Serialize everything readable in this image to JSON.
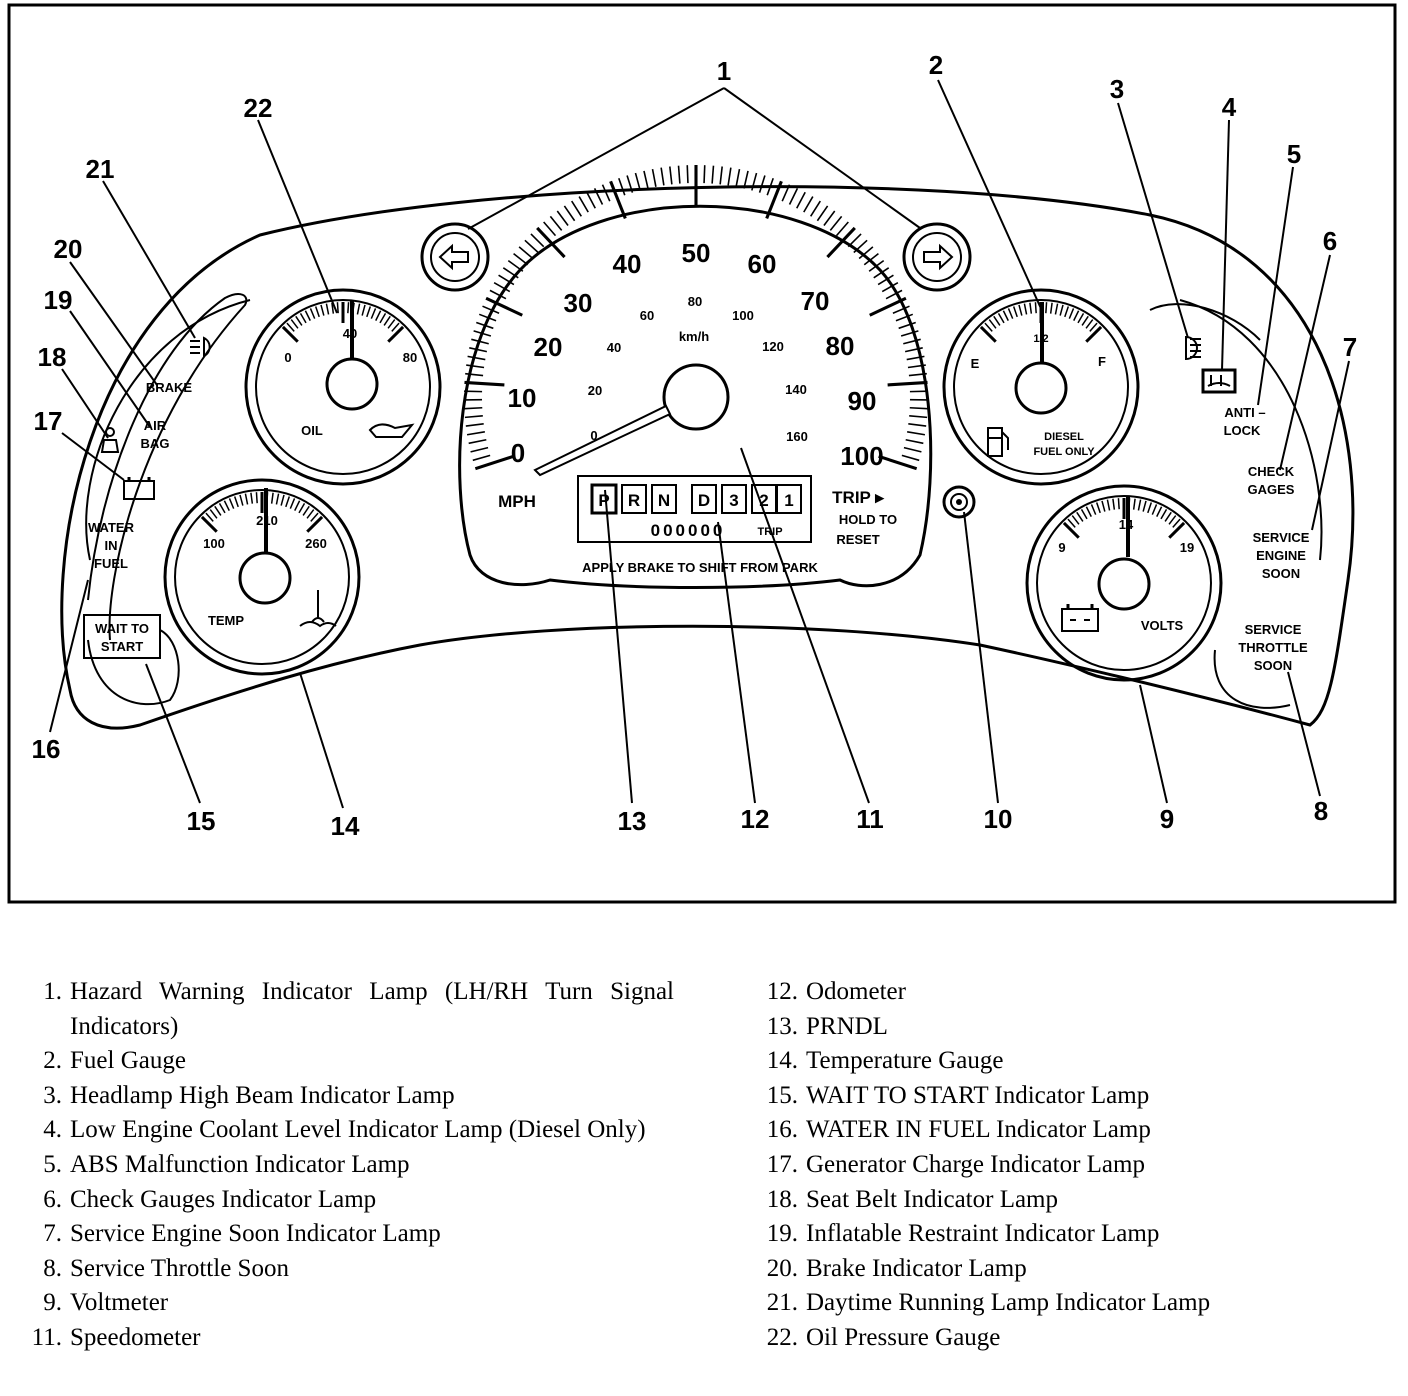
{
  "callouts": [
    "1",
    "2",
    "3",
    "4",
    "5",
    "6",
    "7",
    "8",
    "9",
    "10",
    "11",
    "12",
    "13",
    "14",
    "15",
    "16",
    "17",
    "18",
    "19",
    "20",
    "21",
    "22"
  ],
  "speedometer": {
    "mph_labels": [
      "0",
      "10",
      "20",
      "30",
      "40",
      "50",
      "60",
      "70",
      "80",
      "90",
      "100"
    ],
    "kmh_labels": [
      "0",
      "20",
      "40",
      "60",
      "80",
      "100",
      "120",
      "140",
      "160"
    ],
    "kmh_unit": "km/h",
    "mph_unit": "MPH",
    "prndl": [
      "P",
      "R",
      "N",
      "D",
      "3",
      "2",
      "1"
    ],
    "odometer": "000000",
    "trip_small": "TRIP",
    "trip": "TRIP ▸",
    "hold_to": "HOLD TO",
    "reset": "RESET",
    "apply_brake": "APPLY BRAKE TO SHIFT FROM PARK"
  },
  "oil_gauge": {
    "min": "0",
    "mid": "40",
    "max": "80",
    "label": "OIL"
  },
  "temp_gauge": {
    "min": "100",
    "mid": "210",
    "max": "260",
    "label": "TEMP"
  },
  "fuel_gauge": {
    "empty": "E",
    "half": "1/2",
    "full": "F",
    "label1": "DIESEL",
    "label2": "FUEL ONLY"
  },
  "volt_gauge": {
    "min": "9",
    "mid": "14",
    "max": "19",
    "label": "VOLTS"
  },
  "lamps": {
    "brake": "BRAKE",
    "air": "AIR",
    "bag": "BAG",
    "water": "WATER",
    "in": "IN",
    "fuel": "FUEL",
    "wait1": "WAIT TO",
    "wait2": "START",
    "anti": "ANTI –",
    "lock": "LOCK",
    "check": "CHECK",
    "gages": "GAGES",
    "service": "SERVICE",
    "engine": "ENGINE",
    "soon": "SOON",
    "service2": "SERVICE",
    "throttle": "THROTTLE",
    "soon2": "SOON"
  },
  "legend_left": [
    {
      "num": "1.",
      "text": "Hazard Warning Indicator Lamp (LH/RH Turn Signal Indicators)"
    },
    {
      "num": "2.",
      "text": "Fuel Gauge"
    },
    {
      "num": "3.",
      "text": "Headlamp High Beam Indicator Lamp"
    },
    {
      "num": "4.",
      "text": "Low Engine Coolant Level Indicator Lamp (Diesel Only)"
    },
    {
      "num": "5.",
      "text": "ABS Malfunction Indicator Lamp"
    },
    {
      "num": "6.",
      "text": "Check Gauges Indicator Lamp"
    },
    {
      "num": "7.",
      "text": "Service Engine Soon Indicator Lamp"
    },
    {
      "num": "8.",
      "text": "Service Throttle Soon"
    },
    {
      "num": "9.",
      "text": "Voltmeter"
    },
    {
      "num": "11.",
      "text": "Speedometer"
    }
  ],
  "legend_right": [
    {
      "num": "12.",
      "text": "Odometer"
    },
    {
      "num": "13.",
      "text": "PRNDL"
    },
    {
      "num": "14.",
      "text": "Temperature Gauge"
    },
    {
      "num": "15.",
      "text": "WAIT TO START Indicator Lamp"
    },
    {
      "num": "16.",
      "text": "WATER IN FUEL Indicator Lamp"
    },
    {
      "num": "17.",
      "text": "Generator Charge Indicator Lamp"
    },
    {
      "num": "18.",
      "text": "Seat Belt Indicator Lamp"
    },
    {
      "num": "19.",
      "text": "Inflatable Restraint Indicator Lamp"
    },
    {
      "num": "20.",
      "text": "Brake Indicator Lamp"
    },
    {
      "num": "21.",
      "text": "Daytime Running Lamp Indicator Lamp"
    },
    {
      "num": "22.",
      "text": "Oil Pressure Gauge"
    }
  ]
}
